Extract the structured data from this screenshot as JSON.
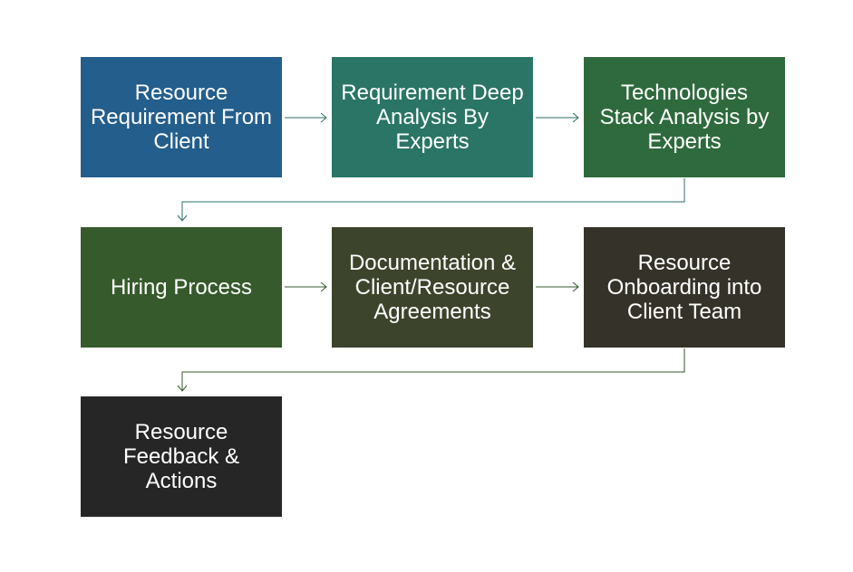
{
  "steps": [
    {
      "label": "Resource Requirement From Client",
      "color": "#245e8c"
    },
    {
      "label": "Requirement Deep Analysis By Experts",
      "color": "#2a7566"
    },
    {
      "label": "Technologies Stack Analysis by Experts",
      "color": "#2e6a3d"
    },
    {
      "label": "Hiring Process",
      "color": "#375a2c"
    },
    {
      "label": "Documentation & Client/Resource Agreements",
      "color": "#3d442c"
    },
    {
      "label": "Resource Onboarding into Client Team",
      "color": "#353229"
    },
    {
      "label": "Resource Feedback & Actions",
      "color": "#262626"
    }
  ],
  "colors": {
    "connector_row1": "#2e6f6a",
    "connector_row2": "#375a2c"
  }
}
